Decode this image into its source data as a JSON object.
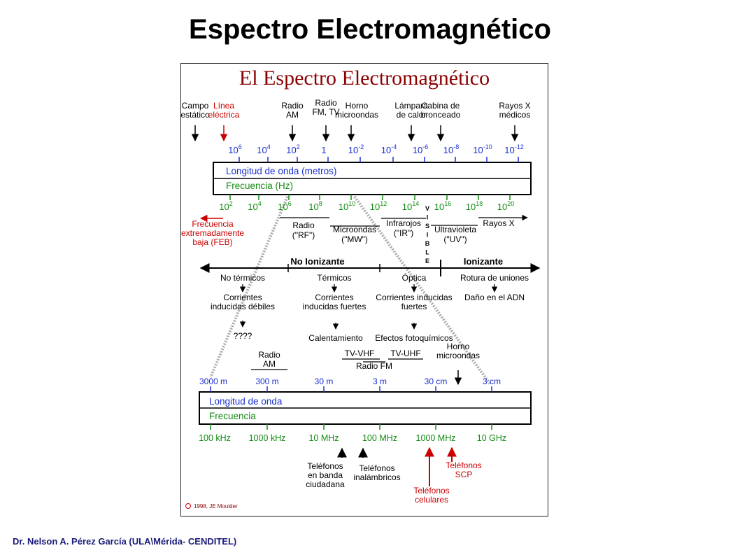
{
  "slide": {
    "title": "Espectro Electromagnético",
    "footer": "Dr. Nelson A. Pérez García (ULA\\Mérida- CENDITEL)"
  },
  "figure": {
    "title": "El Espectro Electromagnético",
    "copyright": "1998, JE Moulder",
    "sources": [
      {
        "lines": [
          "Campo",
          "estático"
        ],
        "color": "#000000"
      },
      {
        "lines": [
          "Línea",
          "eléctrica"
        ],
        "color": "#cc0000"
      },
      {
        "lines": [
          "Radio",
          "AM"
        ],
        "color": "#000000"
      },
      {
        "lines": [
          "Radio",
          "FM, TV"
        ],
        "color": "#000000"
      },
      {
        "lines": [
          "Horno",
          "microondas"
        ],
        "color": "#000000"
      },
      {
        "lines": [
          "Lámpara",
          "de calor"
        ],
        "color": "#000000"
      },
      {
        "lines": [
          "Cabina de",
          "bronceado"
        ],
        "color": "#000000"
      },
      {
        "lines": [
          "Rayos X",
          "médicos"
        ],
        "color": "#000000"
      }
    ],
    "wavelength_ticks": [
      {
        "base": "10",
        "exp": "6"
      },
      {
        "base": "10",
        "exp": "4"
      },
      {
        "base": "10",
        "exp": "2"
      },
      {
        "base": "1",
        "exp": ""
      },
      {
        "base": "10",
        "exp": "-2"
      },
      {
        "base": "10",
        "exp": "-4"
      },
      {
        "base": "10",
        "exp": "-6"
      },
      {
        "base": "10",
        "exp": "-8"
      },
      {
        "base": "10",
        "exp": "-10"
      },
      {
        "base": "10",
        "exp": "-12"
      }
    ],
    "upper_band": {
      "wavelength_label": "Longitud de onda (metros)",
      "frequency_label": "Frecuencia (Hz)"
    },
    "frequency_ticks": [
      {
        "base": "10",
        "exp": "2"
      },
      {
        "base": "10",
        "exp": "4"
      },
      {
        "base": "10",
        "exp": "6"
      },
      {
        "base": "10",
        "exp": "8"
      },
      {
        "base": "10",
        "exp": "10"
      },
      {
        "base": "10",
        "exp": "12"
      },
      {
        "base": "10",
        "exp": "14"
      },
      {
        "base": "10",
        "exp": "16"
      },
      {
        "base": "10",
        "exp": "18"
      },
      {
        "base": "10",
        "exp": "20"
      }
    ],
    "feb_label": [
      "Frecuencia",
      "extremadamente",
      "baja (FEB)"
    ],
    "regions": [
      {
        "lines": [
          "Radio",
          "(\"RF\")"
        ]
      },
      {
        "lines": [
          "Microondas",
          "(\"MW\")"
        ]
      },
      {
        "lines": [
          "Infrarojos",
          "(\"IR\")"
        ]
      },
      {
        "lines": [
          "Ultravioleta",
          "(\"UV\")"
        ]
      },
      {
        "lines": [
          "Rayos X"
        ]
      }
    ],
    "visible_letters": [
      "V",
      "I",
      "S",
      "I",
      "B",
      "L",
      "E"
    ],
    "ionization": {
      "non_ionizing": "No Ionizante",
      "ionizing": "Ionizante"
    },
    "effects": {
      "categories": [
        "No térmicos",
        "Térmicos",
        "Óptica",
        "Rotura de uniones"
      ],
      "currents": [
        [
          "Corrientes",
          "inducidas débiles"
        ],
        [
          "Corrientes",
          "inducidas fuertes"
        ],
        [
          "Corrientes inducidas",
          "fuertes"
        ],
        [
          "Daño en el ADN"
        ]
      ],
      "consequences": [
        "????",
        "Calentamiento",
        "Efectos fotoquímicos"
      ]
    },
    "lower_sources": [
      {
        "lines": [
          "Radio",
          "AM"
        ]
      },
      {
        "lines": [
          "TV-VHF"
        ]
      },
      {
        "lines": [
          "TV-UHF"
        ]
      },
      {
        "lines": [
          "Radio FM"
        ]
      },
      {
        "lines": [
          "Horno",
          "microondas"
        ]
      }
    ],
    "lower_wavelength_ticks": [
      "3000 m",
      "300 m",
      "30 m",
      "3 m",
      "30 cm",
      "3 cm"
    ],
    "lower_band": {
      "wavelength_label": "Longitud de onda",
      "frequency_label": "Frecuencia"
    },
    "lower_frequency_ticks": [
      "100 kHz",
      "1000 kHz",
      "10 MHz",
      "100 MHz",
      "1000 MHz",
      "10 GHz"
    ],
    "phones": [
      {
        "lines": [
          "Teléfonos",
          "en banda",
          "ciudadana"
        ],
        "color": "#000000"
      },
      {
        "lines": [
          "Teléfonos",
          "inalámbricos"
        ],
        "color": "#000000"
      },
      {
        "lines": [
          "Teléfonos",
          "celulares"
        ],
        "color": "#cc0000"
      },
      {
        "lines": [
          "Teléfonos",
          "SCP"
        ],
        "color": "#cc0000"
      }
    ],
    "colors": {
      "wavelength": "#1a2fd0",
      "frequency": "#128c12",
      "highlight": "#cc0000",
      "title": "#8b0000"
    }
  }
}
